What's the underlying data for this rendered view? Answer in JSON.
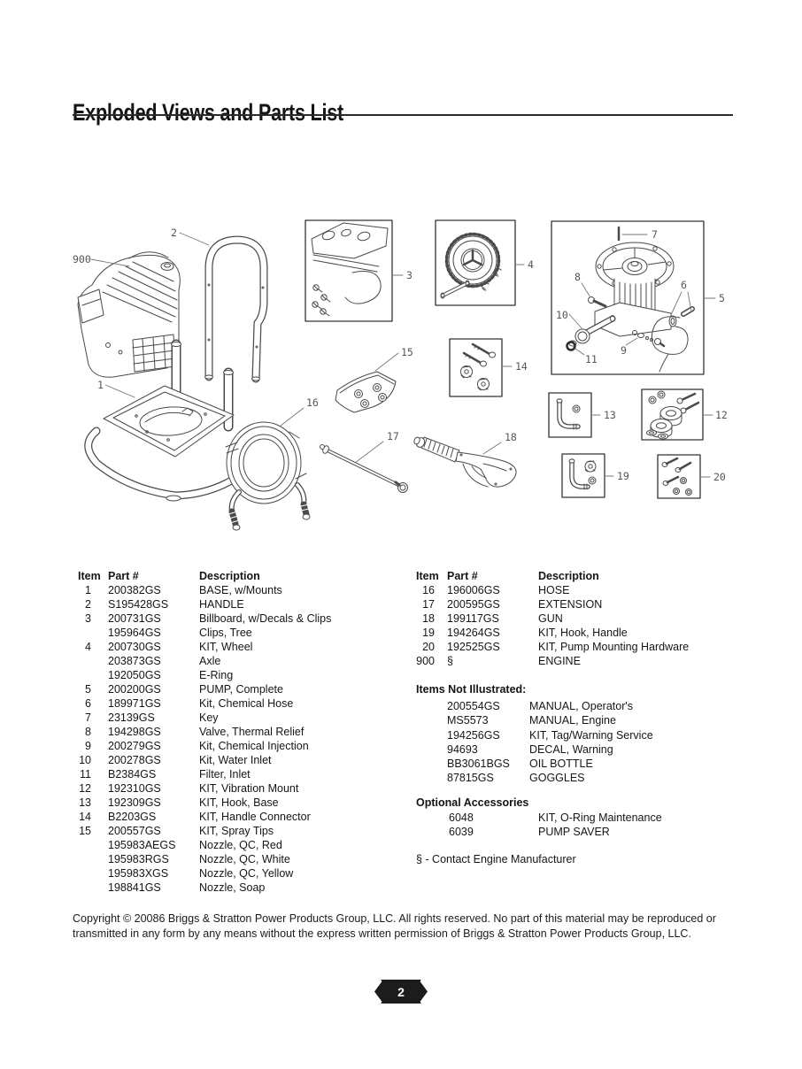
{
  "page": {
    "title": "Exploded Views and Parts List",
    "page_number": "2",
    "copyright": "Copyright © 20086 Briggs & Stratton Power Products Group, LLC.  All rights reserved.  No part of this material may be reproduced or transmitted in any form by any means without the express written permission of Briggs & Stratton Power Products Group, LLC."
  },
  "colors": {
    "ink": "#161616",
    "line_art": "#4a4a4a",
    "callout_gray": "#555555",
    "badge_bg": "#1c1c1c",
    "badge_text": "#ffffff"
  },
  "diagram": {
    "callouts": {
      "c900": "900",
      "c1": "1",
      "c2": "2",
      "c3": "3",
      "c4": "4",
      "c5": "5",
      "c6": "6",
      "c7": "7",
      "c8": "8",
      "c9": "9",
      "c10": "10",
      "c11": "11",
      "c12": "12",
      "c13": "13",
      "c14": "14",
      "c15": "15",
      "c16": "16",
      "c17": "17",
      "c18": "18",
      "c19": "19",
      "c20": "20"
    }
  },
  "table": {
    "headers": {
      "item": "Item",
      "part": "Part #",
      "description": "Description"
    },
    "left_rows": [
      {
        "item": "1",
        "part": "200382GS",
        "desc": "BASE, w/Mounts"
      },
      {
        "item": "2",
        "part": "S195428GS",
        "desc": "HANDLE"
      },
      {
        "item": "3",
        "part": "200731GS",
        "desc": "Billboard, w/Decals & Clips"
      },
      {
        "item": "",
        "part": "195964GS",
        "desc": "Clips, Tree"
      },
      {
        "item": "4",
        "part": "200730GS",
        "desc": "KIT, Wheel"
      },
      {
        "item": "",
        "part": "203873GS",
        "desc": "Axle"
      },
      {
        "item": "",
        "part": "192050GS",
        "desc": "E-Ring"
      },
      {
        "item": "5",
        "part": "200200GS",
        "desc": "PUMP, Complete"
      },
      {
        "item": "6",
        "part": "189971GS",
        "desc": "Kit, Chemical Hose"
      },
      {
        "item": "7",
        "part": "23139GS",
        "desc": "Key"
      },
      {
        "item": "8",
        "part": "194298GS",
        "desc": "Valve, Thermal Relief"
      },
      {
        "item": "9",
        "part": "200279GS",
        "desc": "Kit, Chemical Injection"
      },
      {
        "item": "10",
        "part": "200278GS",
        "desc": "Kit, Water Inlet"
      },
      {
        "item": "11",
        "part": "B2384GS",
        "desc": "Filter, Inlet"
      },
      {
        "item": "12",
        "part": "192310GS",
        "desc": "KIT, Vibration Mount"
      },
      {
        "item": "13",
        "part": "192309GS",
        "desc": "KIT, Hook, Base"
      },
      {
        "item": "14",
        "part": "B2203GS",
        "desc": "KIT, Handle Connector"
      },
      {
        "item": "15",
        "part": "200557GS",
        "desc": "KIT, Spray Tips"
      },
      {
        "item": "",
        "part": "195983AEGS",
        "desc": "Nozzle, QC, Red"
      },
      {
        "item": "",
        "part": "195983RGS",
        "desc": "Nozzle, QC, White"
      },
      {
        "item": "",
        "part": "195983XGS",
        "desc": "Nozzle, QC, Yellow"
      },
      {
        "item": "",
        "part": "198841GS",
        "desc": "Nozzle, Soap"
      }
    ],
    "right_rows": [
      {
        "item": "16",
        "part": "196006GS",
        "desc": "HOSE"
      },
      {
        "item": "17",
        "part": "200595GS",
        "desc": "EXTENSION"
      },
      {
        "item": "18",
        "part": "199117GS",
        "desc": "GUN"
      },
      {
        "item": "19",
        "part": "194264GS",
        "desc": "KIT, Hook, Handle"
      },
      {
        "item": "20",
        "part": "192525GS",
        "desc": "KIT, Pump Mounting Hardware"
      },
      {
        "item": "900",
        "part": "§",
        "desc": "ENGINE"
      }
    ],
    "not_illustrated": {
      "title": "Items Not Illustrated:",
      "rows": [
        {
          "part": "200554GS",
          "desc": "MANUAL, Operator's"
        },
        {
          "part": "MS5573",
          "desc": "MANUAL, Engine"
        },
        {
          "part": "194256GS",
          "desc": "KIT, Tag/Warning Service"
        },
        {
          "part": "94693",
          "desc": "DECAL, Warning"
        },
        {
          "part": "BB3061BGS",
          "desc": "OIL BOTTLE"
        },
        {
          "part": "87815GS",
          "desc": "GOGGLES"
        }
      ]
    },
    "optional_accessories": {
      "title": "Optional Accessories",
      "rows": [
        {
          "part": "6048",
          "desc": "KIT, O-Ring Maintenance"
        },
        {
          "part": "6039",
          "desc": "PUMP SAVER"
        }
      ]
    },
    "footnote": "§ - Contact Engine Manufacturer"
  }
}
